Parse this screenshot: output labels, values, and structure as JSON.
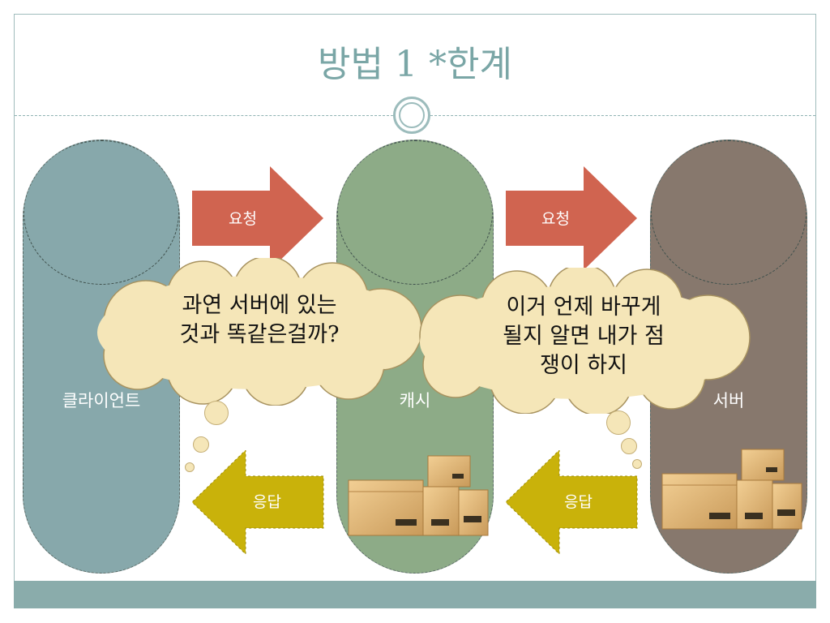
{
  "slide": {
    "title": "방법 1 *한계"
  },
  "columns": {
    "client": "클라이언트",
    "cache": "캐시",
    "server": "서버"
  },
  "arrows": {
    "request_1": "요청",
    "request_2": "요청",
    "response_1": "응답",
    "response_2": "응답"
  },
  "clouds": {
    "left_line1": "과연 서버에 있는",
    "left_line2": "것과 똑같은걸까?",
    "right_line1": "이거 언제 바꾸게",
    "right_line2": "될지 알면 내가 점",
    "right_line3": "쟁이 하지"
  },
  "colors": {
    "client": "#87a8ab",
    "cache": "#8dab87",
    "server": "#87786d",
    "request_arrow": "#d06450",
    "response_arrow": "#c9b20a",
    "cloud": "#f5e6b8",
    "title": "#7aa6a6"
  }
}
